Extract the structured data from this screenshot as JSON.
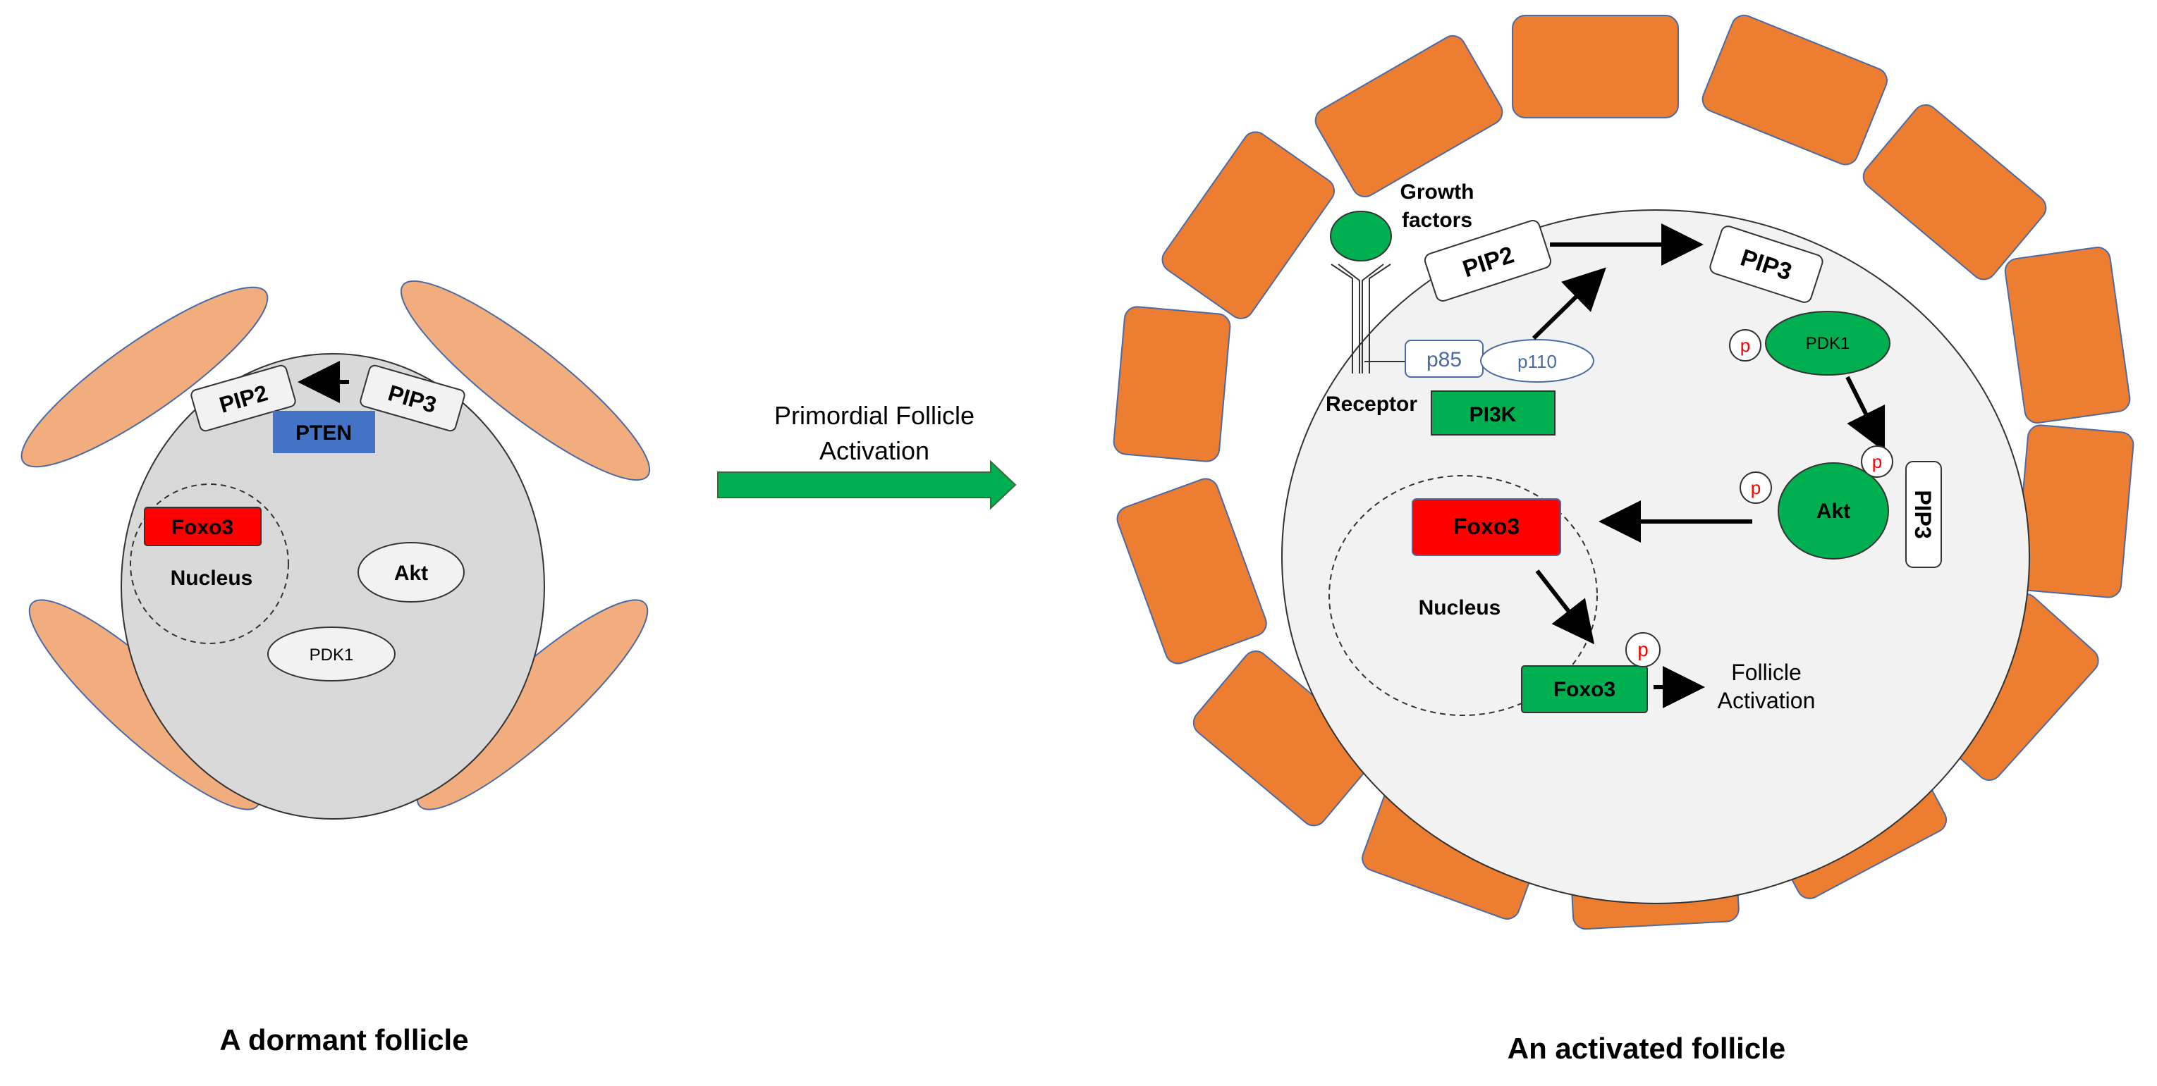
{
  "colors": {
    "granulosa_flat": "#f2ad7e",
    "granulosa_cuboidal": "#ed7d31",
    "granulosa_border": "#4a6aa5",
    "cell_dormant": "#d9d9d9",
    "cell_activated": "#f2f2f2",
    "pten": "#4472c4",
    "foxo3_red": "#ff0000",
    "green": "#00b050",
    "phospho_p": "#ff0000",
    "p85_p110": "#4a6aa5"
  },
  "dormant": {
    "pip2": "PIP2",
    "pip3": "PIP3",
    "pten": "PTEN",
    "foxo3": "Foxo3",
    "nucleus": "Nucleus",
    "akt": "Akt",
    "pdk1": "PDK1",
    "caption": "A dormant follicle"
  },
  "transition": {
    "line1": "Primordial Follicle",
    "line2": "Activation"
  },
  "activated": {
    "growth_factors_line1": "Growth",
    "growth_factors_line2": "factors",
    "pip2": "PIP2",
    "pip3_top": "PIP3",
    "pip3_side": "PIP3",
    "p85": "p85",
    "p110": "p110",
    "receptor": "Receptor",
    "pi3k": "PI3K",
    "pdk1": "PDK1",
    "akt": "Akt",
    "p_marker": "p",
    "foxo3_nuclear": "Foxo3",
    "nucleus": "Nucleus",
    "foxo3_cyto": "Foxo3",
    "outcome_line1": "Follicle",
    "outcome_line2": "Activation",
    "caption": "An activated follicle"
  }
}
